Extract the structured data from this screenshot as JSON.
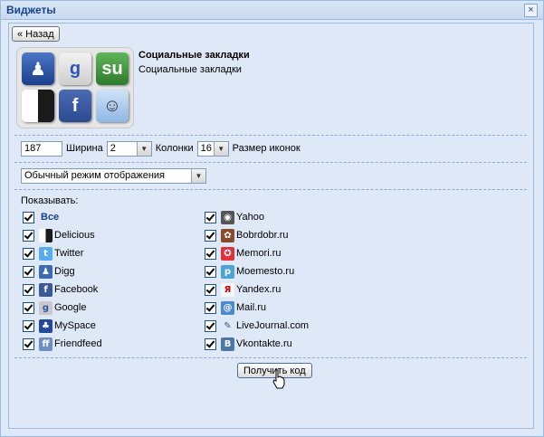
{
  "window": {
    "title": "Виджеты",
    "close_glyph": "×"
  },
  "back_button": "« Назад",
  "module": {
    "title": "Социальные закладки",
    "subtitle": "Социальные закладки"
  },
  "settings": {
    "width_value": "187",
    "width_label": "Ширина",
    "columns_value": "2",
    "columns_label": "Колонки",
    "icon_size_value": "16",
    "icon_size_label": "Размер иконок",
    "display_mode": "Обычный режим отображения"
  },
  "show_label": "Показывать:",
  "select_all_label": "Все",
  "services_left": [
    {
      "label": "Delicious",
      "icon": "delicious-icon",
      "color": "#2a5cad",
      "glyph": ""
    },
    {
      "label": "Twitter",
      "icon": "twitter-icon",
      "color": "#55acee",
      "glyph": "t"
    },
    {
      "label": "Digg",
      "icon": "digg-icon",
      "color": "#3b6bb3",
      "glyph": "♟"
    },
    {
      "label": "Facebook",
      "icon": "facebook-icon",
      "color": "#3b5998",
      "glyph": "f"
    },
    {
      "label": "Google",
      "icon": "google-icon",
      "color": "#c9c9c9",
      "glyph": "g"
    },
    {
      "label": "MySpace",
      "icon": "myspace-icon",
      "color": "#25499a",
      "glyph": "♣"
    },
    {
      "label": "Friendfeed",
      "icon": "friendfeed-icon",
      "color": "#6d8ec2",
      "glyph": "ff"
    }
  ],
  "services_right": [
    {
      "label": "Yahoo",
      "icon": "yahoo-icon",
      "color": "#555555",
      "glyph": "◉"
    },
    {
      "label": "Bobrdobr.ru",
      "icon": "bobrdobr-icon",
      "color": "#8a4b2d",
      "glyph": "✿"
    },
    {
      "label": "Memori.ru",
      "icon": "memori-icon",
      "color": "#e0323c",
      "glyph": "✪"
    },
    {
      "label": "Moemesto.ru",
      "icon": "moemesto-icon",
      "color": "#4ea3d8",
      "glyph": "p"
    },
    {
      "label": "Yandex.ru",
      "icon": "yandex-icon",
      "color": "#f7f7f7",
      "glyph": "Я"
    },
    {
      "label": "Mail.ru",
      "icon": "mailru-icon",
      "color": "#4a88d0",
      "glyph": "@"
    },
    {
      "label": "LiveJournal.com",
      "icon": "livejournal-icon",
      "color": "#dfe9f6",
      "glyph": "✎"
    },
    {
      "label": "Vkontakte.ru",
      "icon": "vkontakte-icon",
      "color": "#4a76a8",
      "glyph": "B"
    }
  ],
  "get_code_button": "Получить код",
  "colors": {
    "title_text": "#15428b",
    "window_bg": "#dfe8f6",
    "border": "#99bbe8"
  }
}
